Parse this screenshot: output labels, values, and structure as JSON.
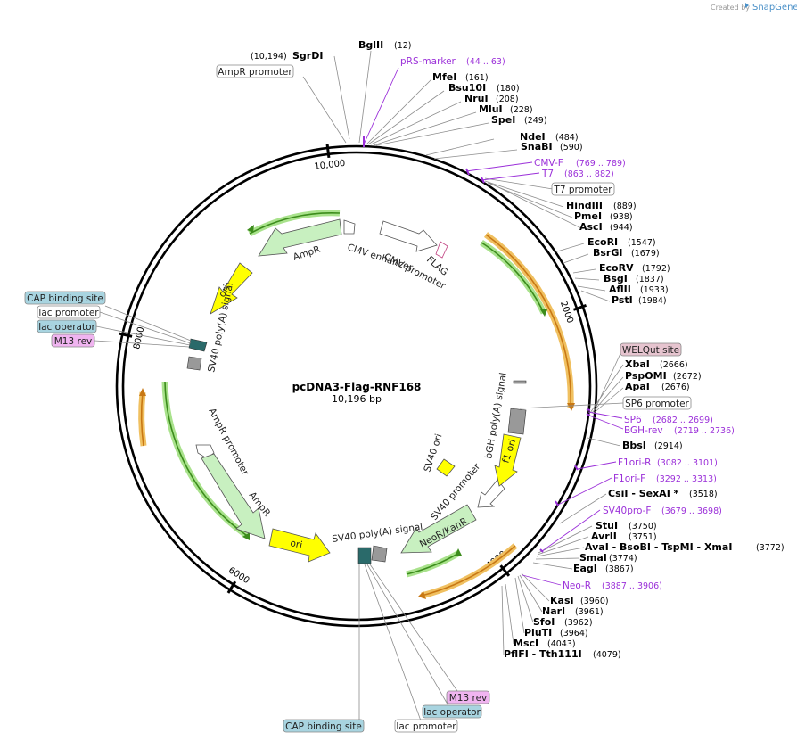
{
  "header": {
    "credit": "Created by",
    "brand": "SnapGene"
  },
  "plasmid": {
    "name": "pcDNA3-Flag-RNF168",
    "size_label": "10,196 bp",
    "length": 10196
  },
  "ticks": [
    {
      "label": "2000",
      "pos": 2000
    },
    {
      "label": "4000",
      "pos": 4000
    },
    {
      "label": "6000",
      "pos": 6000
    },
    {
      "label": "8000",
      "pos": 8000
    },
    {
      "label": "10,000",
      "pos": 10000
    }
  ],
  "sites": [
    {
      "name": "BglII",
      "pos_label": "(12)"
    },
    {
      "name": "SgrDI",
      "pos_label": "(10,194)"
    },
    {
      "name": "MfeI",
      "pos_label": "(161)"
    },
    {
      "name": "Bsu10I",
      "pos_label": "(180)"
    },
    {
      "name": "NruI",
      "pos_label": "(208)"
    },
    {
      "name": "MluI",
      "pos_label": "(228)"
    },
    {
      "name": "SpeI",
      "pos_label": "(249)"
    },
    {
      "name": "NdeI",
      "pos_label": "(484)"
    },
    {
      "name": "SnaBI",
      "pos_label": "(590)"
    },
    {
      "name": "HindIII",
      "pos_label": "(889)"
    },
    {
      "name": "PmeI",
      "pos_label": "(938)"
    },
    {
      "name": "AscI",
      "pos_label": "(944)"
    },
    {
      "name": "EcoRI",
      "pos_label": "(1547)"
    },
    {
      "name": "BsrGI",
      "pos_label": "(1679)"
    },
    {
      "name": "EcoRV",
      "pos_label": "(1792)"
    },
    {
      "name": "BsgI",
      "pos_label": "(1837)"
    },
    {
      "name": "AflII",
      "pos_label": "(1933)"
    },
    {
      "name": "PstI",
      "pos_label": "(1984)"
    },
    {
      "name": "XbaI",
      "pos_label": "(2666)"
    },
    {
      "name": "PspOMI",
      "pos_label": "(2672)"
    },
    {
      "name": "ApaI",
      "pos_label": "(2676)"
    },
    {
      "name": "BbsI",
      "pos_label": "(2914)"
    },
    {
      "name": "CsiI - SexAI *",
      "pos_label": "(3518)"
    },
    {
      "name": "StuI",
      "pos_label": "(3750)"
    },
    {
      "name": "AvrII",
      "pos_label": "(3751)"
    },
    {
      "name": "AvaI - BsoBI - TspMI - XmaI",
      "pos_label": "(3772)"
    },
    {
      "name": "SmaI",
      "pos_label": "(3774)"
    },
    {
      "name": "EagI",
      "pos_label": "(3867)"
    },
    {
      "name": "KasI",
      "pos_label": "(3960)"
    },
    {
      "name": "NarI",
      "pos_label": "(3961)"
    },
    {
      "name": "SfoI",
      "pos_label": "(3962)"
    },
    {
      "name": "PluTI",
      "pos_label": "(3964)"
    },
    {
      "name": "MscI",
      "pos_label": "(4043)"
    },
    {
      "name": "PflFI - Tth111I",
      "pos_label": "(4079)"
    }
  ],
  "primers": [
    {
      "name": "pRS-marker",
      "range": "(44 .. 63)"
    },
    {
      "name": "CMV-F",
      "range": "(769 .. 789)"
    },
    {
      "name": "T7",
      "range": "(863 .. 882)"
    },
    {
      "name": "SP6",
      "range": "(2682 .. 2699)"
    },
    {
      "name": "BGH-rev",
      "range": "(2719 .. 2736)"
    },
    {
      "name": "F1ori-R",
      "range": "(3082 .. 3101)"
    },
    {
      "name": "F1ori-F",
      "range": "(3292 .. 3313)"
    },
    {
      "name": "SV40pro-F",
      "range": "(3679 .. 3698)"
    },
    {
      "name": "Neo-R",
      "range": "(3887 .. 3906)"
    }
  ],
  "boxed_labels": [
    {
      "name": "AmpR promoter",
      "kind": "promoter",
      "color": "#ffffff"
    },
    {
      "name": "T7 promoter",
      "kind": "promoter",
      "color": "#ffffff"
    },
    {
      "name": "WELQut site",
      "kind": "site",
      "color": "#e6c4cf"
    },
    {
      "name": "SP6 promoter",
      "kind": "promoter",
      "color": "#ffffff"
    },
    {
      "name": "CAP binding site",
      "kind": "protein_bind",
      "color": "#a8d4e0"
    },
    {
      "name": "lac promoter",
      "kind": "promoter",
      "color": "#ffffff"
    },
    {
      "name": "lac operator",
      "kind": "protein_bind",
      "color": "#a8d4e0"
    },
    {
      "name": "M13 rev",
      "kind": "primer",
      "color": "#f0b4f0"
    },
    {
      "name": "M13 rev",
      "kind": "primer",
      "color": "#f0b4f0"
    },
    {
      "name": "lac operator",
      "kind": "protein_bind",
      "color": "#a8d4e0"
    },
    {
      "name": "CAP binding site",
      "kind": "protein_bind",
      "color": "#a8d4e0"
    },
    {
      "name": "lac promoter",
      "kind": "promoter",
      "color": "#ffffff"
    }
  ],
  "features": [
    {
      "name": "CMV enhancer",
      "type": "enhancer"
    },
    {
      "name": "CMV promoter",
      "type": "promoter"
    },
    {
      "name": "FLAG",
      "type": "tag"
    },
    {
      "name": "AmpR",
      "type": "cds"
    },
    {
      "name": "ori",
      "type": "rep_origin"
    },
    {
      "name": "SV40 poly(A) signal",
      "type": "terminator"
    },
    {
      "name": "AmpR promoter",
      "type": "promoter"
    },
    {
      "name": "AmpR",
      "type": "cds"
    },
    {
      "name": "ori",
      "type": "rep_origin"
    },
    {
      "name": "SV40 poly(A) signal",
      "type": "terminator"
    },
    {
      "name": "NeoR/KanR",
      "type": "cds"
    },
    {
      "name": "SV40 promoter",
      "type": "promoter"
    },
    {
      "name": "SV40 ori",
      "type": "rep_origin"
    },
    {
      "name": "f1 ori",
      "type": "rep_origin"
    },
    {
      "name": "bGH poly(A) signal",
      "type": "terminator"
    }
  ],
  "colors": {
    "backbone": "#000000",
    "cds": "#c8f0c0",
    "rep_origin": "#ffff00",
    "promoter": "#ffffff",
    "terminator": "#999999",
    "primer": "#9b30d9",
    "green_orf": "#3c8c1c",
    "orange_orf": "#e08c14"
  }
}
